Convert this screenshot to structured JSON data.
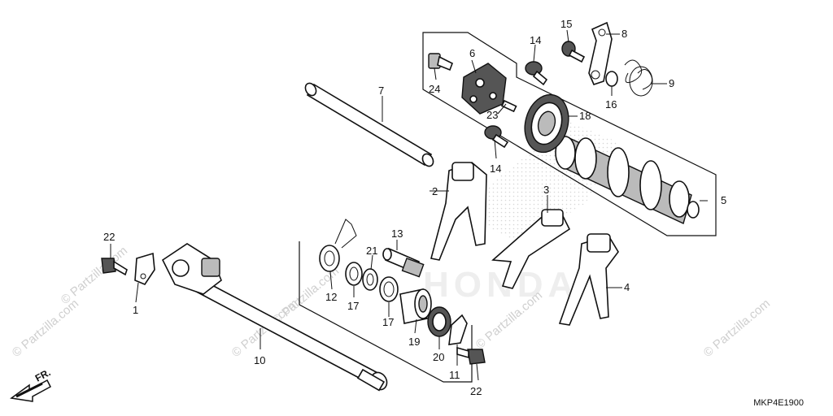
{
  "diagram": {
    "code": "MKP4E1900",
    "front_label": "FR.",
    "watermark": "© Partzilla.com",
    "brand_watermark": "HONDA",
    "callouts": [
      "1",
      "2",
      "3",
      "4",
      "5",
      "6",
      "7",
      "8",
      "9",
      "10",
      "11",
      "12",
      "13",
      "14",
      "14",
      "15",
      "16",
      "17",
      "17",
      "18",
      "19",
      "20",
      "21",
      "22",
      "22",
      "23",
      "24"
    ]
  }
}
